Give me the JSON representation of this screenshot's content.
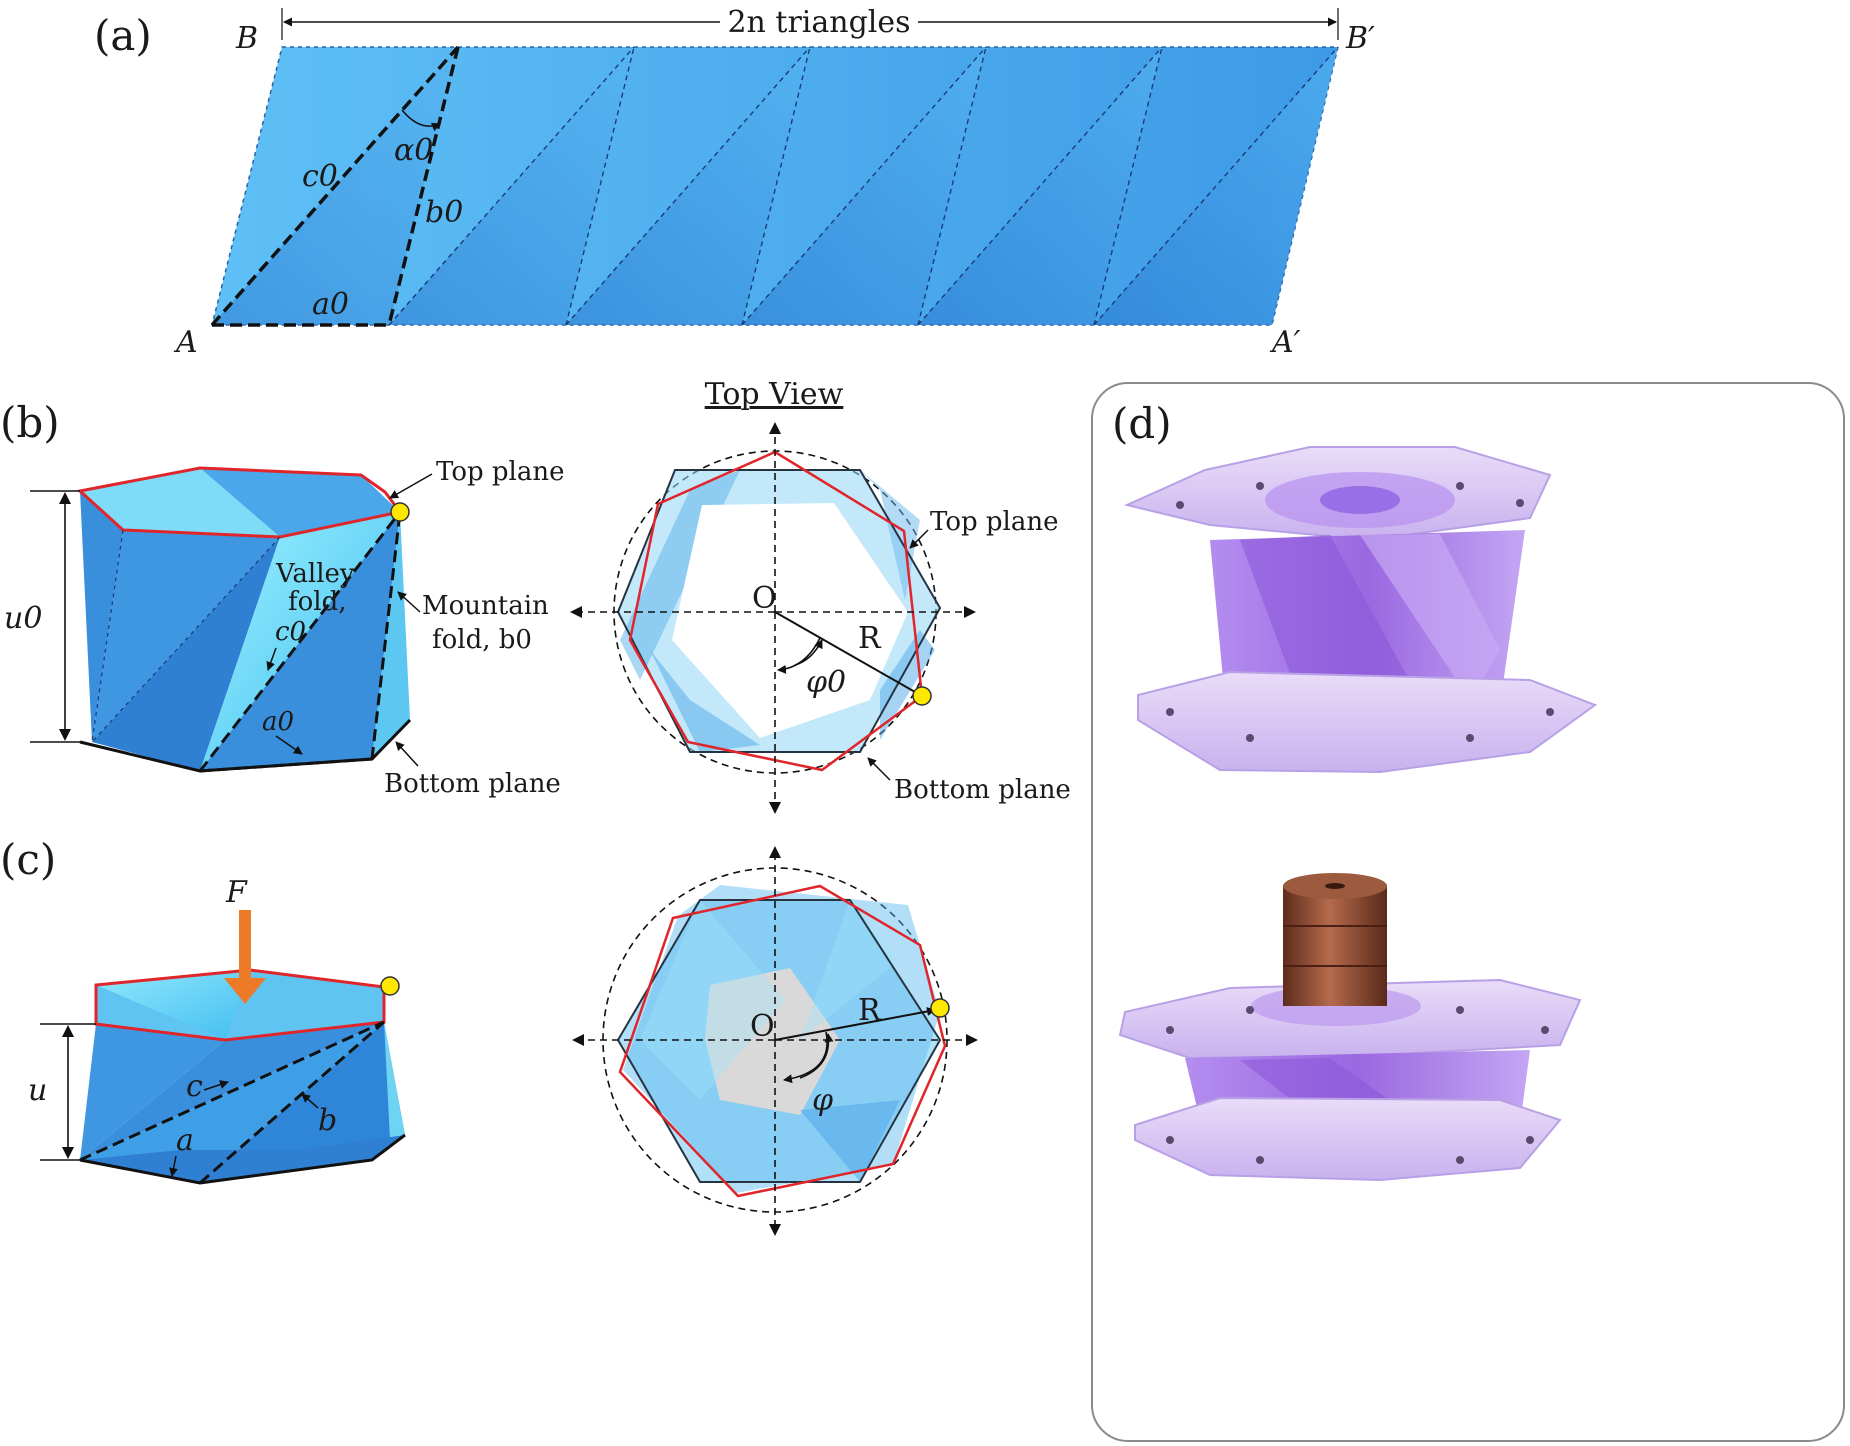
{
  "panels": {
    "a": "(a)",
    "b": "(b)",
    "c": "(c)",
    "d": "(d)"
  },
  "panel_a": {
    "span_label": "2n triangles",
    "corners": {
      "B": "B",
      "Bp": "B′",
      "A": "A",
      "Ap": "A′"
    },
    "edges": {
      "c0": "c0",
      "b0": "b0",
      "a0": "a0",
      "alpha0": "α0"
    }
  },
  "panel_b": {
    "height_label": "u0",
    "top_plane": "Top plane",
    "valley_line1": "Valley",
    "valley_line2": "fold,",
    "valley_sym": "c0",
    "mountain_line1": "Mountain",
    "mountain_line2": "fold, b0",
    "edge_a": "a0",
    "bottom_plane": "Bottom plane"
  },
  "top_view": {
    "title": "Top View",
    "origin": "O",
    "radius": "R",
    "angle": "φ0",
    "top_plane": "Top plane",
    "bottom_plane": "Bottom plane"
  },
  "panel_c": {
    "force": "F",
    "height_label": "u",
    "edge_c": "c",
    "edge_b": "b",
    "edge_a": "a",
    "origin": "O",
    "radius": "R",
    "angle": "φ"
  },
  "colors": {
    "sheet": "#4fb3f2",
    "sheet_dark": "#2f84d6",
    "crease": "#1a3c7a",
    "top_outline": "#e0252b",
    "marker": "#ffe800",
    "force_arrow": "#ec7a26",
    "photo_purple": "#a477e4",
    "photo_copper": "#8a4a32"
  }
}
